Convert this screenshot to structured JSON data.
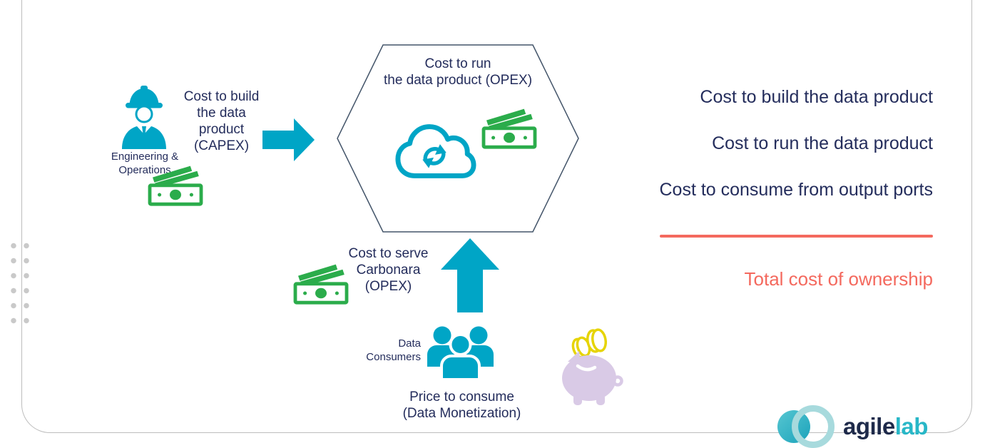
{
  "labels": {
    "engineer": "Engineering &\nOperations",
    "capex": "Cost to build\nthe data\nproduct\n(CAPEX)",
    "hexagon_title": "Cost to run\nthe data product (OPEX)",
    "serve": "Cost to serve\nCarbonara\n(OPEX)",
    "consumers": "Data\nConsumers",
    "price": "Price to consume\n(Data Monetization)"
  },
  "summary": {
    "items": [
      "Cost to build the data product",
      "Cost to run the data product",
      "Cost to consume from output ports"
    ],
    "total": "Total cost of ownership"
  },
  "logo": {
    "part1": "agile",
    "part2": "lab"
  },
  "icons": {
    "engineer-icon": "construction worker with hard hat",
    "money-icon": "banknote with fanned bills",
    "arrow-right-icon": "block arrow pointing right",
    "arrow-up-icon": "block arrow pointing up",
    "cloud-sync-icon": "cloud with refresh arrows",
    "people-group-icon": "three data consumers",
    "piggy-bank-icon": "piggy bank with coins",
    "hexagon-shape": "data product hexagon outline",
    "dots-pattern": "decorative dot grid",
    "logo-mark": "two overlapping circles"
  },
  "colors": {
    "teal": "#00A5C6",
    "green": "#2BAC4B",
    "navy": "#242D5C",
    "coral": "#F4695E",
    "hexagon_border": "#44556A",
    "frame_border": "#BDBDBD",
    "dots": "#C9C9C9",
    "piggy": "#D9CAE6",
    "coin": "#E6D404",
    "logo_navy": "#1E2A4A",
    "logo_teal": "#28B7C7"
  }
}
